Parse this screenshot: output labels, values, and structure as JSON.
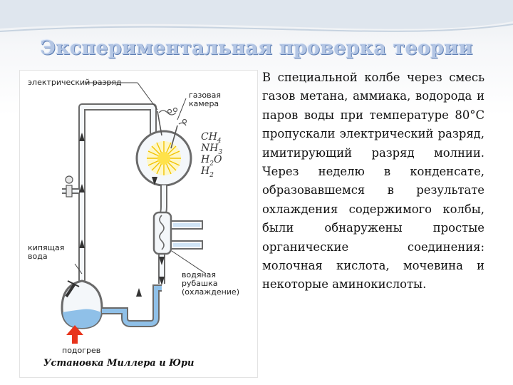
{
  "slide": {
    "title": "Экспериментальная проверка теории",
    "body": "В специальной колбе через смесь газов метана, аммиака, водорода и паров воды при температуре 80°С пропускали электрический разряд, имитирующий разряд молнии. Через неделю в конденсате, образовавшемся в результате охлаждения содержимого колбы, были обнаружены простые органические соединения: молочная кислота, мочевина и некоторые аминокислоты."
  },
  "figure": {
    "caption": "Установка Миллера и Юри",
    "labels": {
      "discharge": "электрический разряд",
      "gas_chamber_line1": "газовая",
      "gas_chamber_line2": "камера",
      "boiling_water_line1": "кипящая",
      "boiling_water_line2": "вода",
      "water_jacket_line1": "водяная",
      "water_jacket_line2": "рубашка",
      "water_jacket_line3": "(охлаждение)",
      "heating": "подогрев"
    },
    "formulas": [
      "CH4",
      "NH3",
      "H2O",
      "H2"
    ],
    "colors": {
      "glass_outline": "#6a6a6a",
      "glass_fill": "#f4f7fa",
      "water": "#8fc0e8",
      "heat_arrow": "#e8341c",
      "spark": "#ffe24a"
    }
  }
}
